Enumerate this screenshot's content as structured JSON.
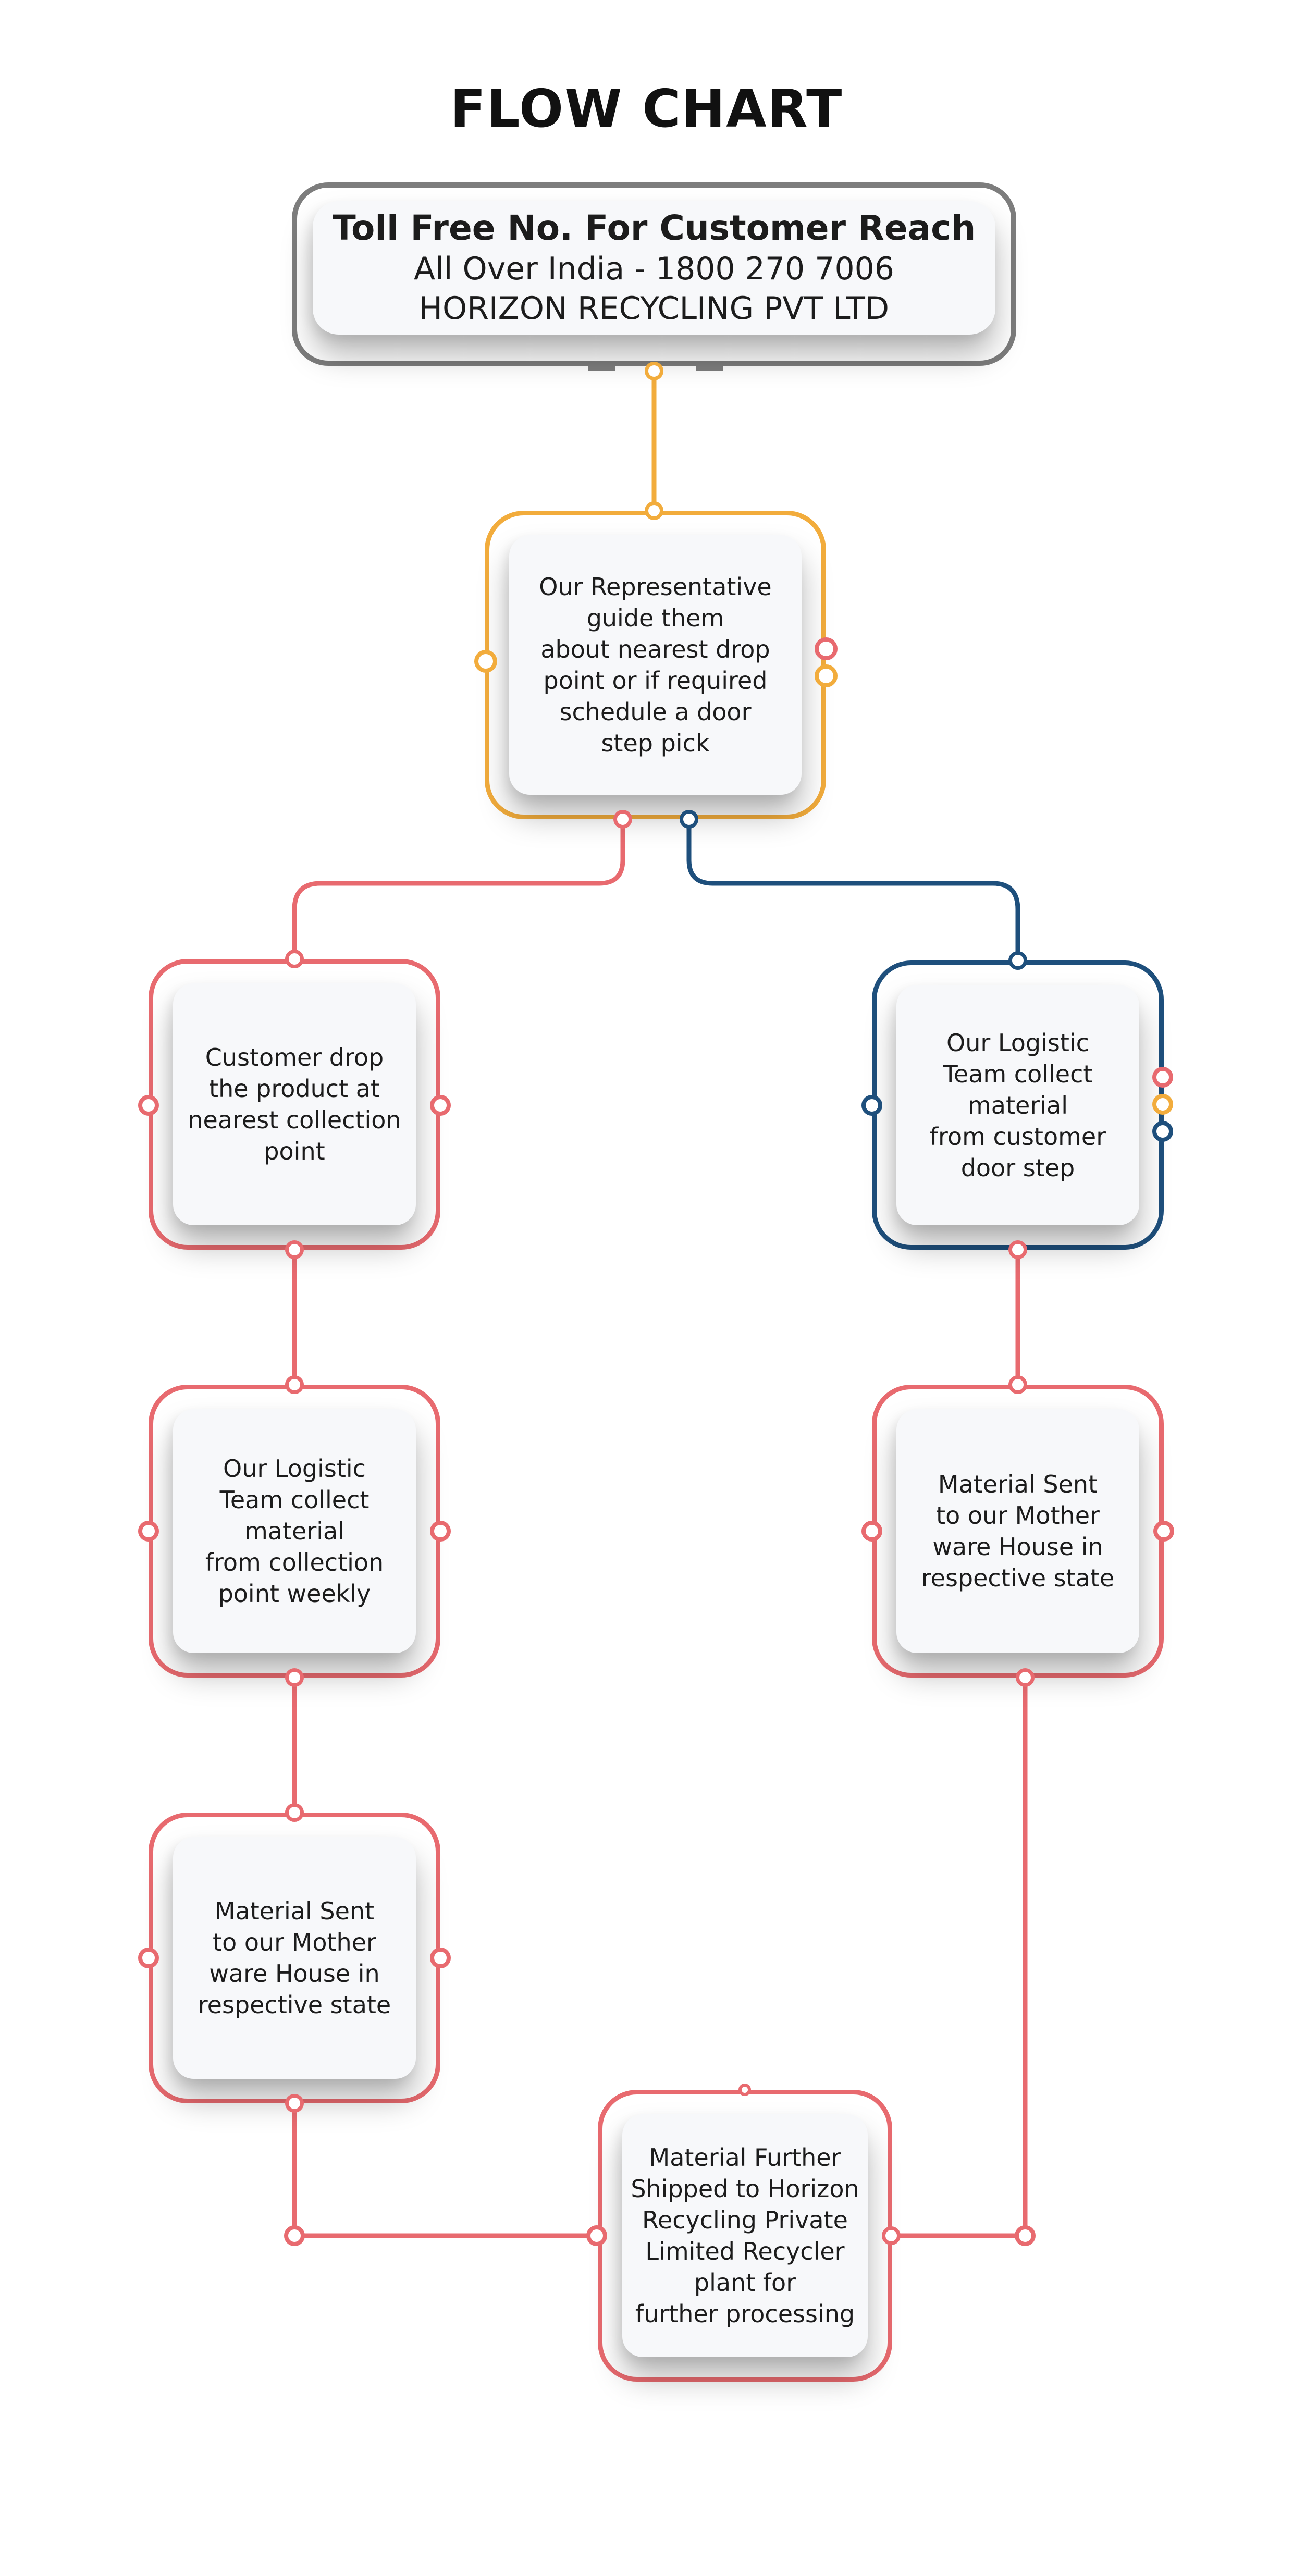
{
  "title": "FLOW CHART",
  "colors": {
    "red": "#e86a6f",
    "orange": "#f2ac3c",
    "navy": "#1e4f7c",
    "gray": "#7d7d7d"
  },
  "header": {
    "line1": "Toll Free No. For Customer Reach",
    "line2": "All Over India - 1800 270 7006",
    "line3": "HORIZON RECYCLING PVT LTD"
  },
  "steps": {
    "representative": "Our Representative\nguide them\nabout nearest drop\npoint or if required\nschedule a door\nstep pick",
    "customer_drop": "Customer drop\nthe product at\nnearest collection\npoint",
    "logistic_collection": "Our Logistic\nTeam collect\nmaterial\nfrom collection\npoint weekly",
    "mother_warehouse_left": "Material Sent\nto our Mother\nware House in\nrespective state",
    "logistic_doorstep": "Our Logistic\nTeam collect\nmaterial\nfrom customer\ndoor step",
    "mother_warehouse_right": "Material Sent\nto our Mother\nware House in\nrespective state",
    "final_recycler": "Material Further\nShipped to Horizon\nRecycling Private\nLimited Recycler\nplant for\nfurther processing"
  }
}
